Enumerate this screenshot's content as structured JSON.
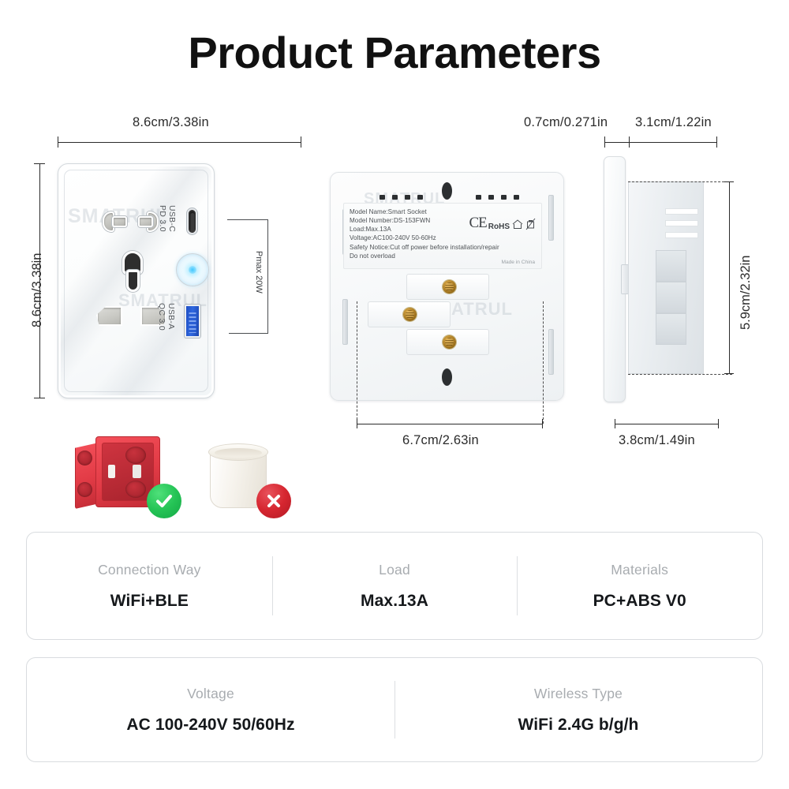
{
  "title": "Product Parameters",
  "dimensions": {
    "front_width": "8.6cm/3.38in",
    "front_height": "8.6cm/3.38in",
    "plate_thickness": "0.7cm/0.271in",
    "body_depth": "3.1cm/1.22in",
    "back_width": "6.7cm/2.63in",
    "back_height": "5.9cm/2.32in",
    "side_width": "3.8cm/1.49in"
  },
  "front_panel": {
    "usb_c_label": "USB-C\nPD 3.0",
    "usb_c_label_line1": "USB-C",
    "usb_c_label_line2": "PD 3.0",
    "usb_a_label_line1": "USB-A",
    "usb_a_label_line2": "QC 3.0",
    "pmax_label": "Pmax 20W",
    "watermark": "SMATRUL"
  },
  "back_label": {
    "line1": "Model Name:Smart Socket",
    "line2": "Model Number:DS-153FWN",
    "line3": "Load:Max.13A",
    "line4": "Voltage:AC100-240V 50-60Hz",
    "line5": "Safety Notice:Cut off power before installation/repair",
    "line6": "Do not overload",
    "made_in": "Made in China",
    "cert_ce": "CE",
    "cert_rohs": "RoHS"
  },
  "mounting": {
    "correct_mark": "✓",
    "wrong_mark": "✕"
  },
  "specs": {
    "row1": [
      {
        "label": "Connection Way",
        "value": "WiFi+BLE"
      },
      {
        "label": "Load",
        "value": "Max.13A"
      },
      {
        "label": "Materials",
        "value": "PC+ABS V0"
      }
    ],
    "row2": [
      {
        "label": "Voltage",
        "value": "AC 100-240V 50/60Hz"
      },
      {
        "label": "Wireless Type",
        "value": "WiFi 2.4G b/g/h"
      }
    ]
  },
  "colors": {
    "check_green": "#25c456",
    "cross_red": "#d62630",
    "usb_a_blue": "#2f68e0",
    "led_cyan": "#3ec8ff",
    "box_red": "#e23b46"
  }
}
